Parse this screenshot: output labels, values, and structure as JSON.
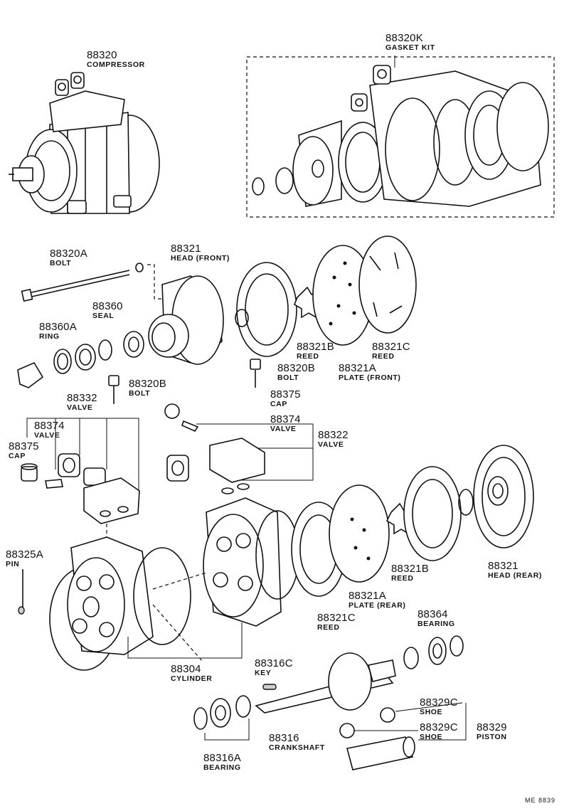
{
  "diagram": {
    "ref_code": "ME  8839",
    "parts": [
      {
        "id": "p0",
        "number": "88320",
        "name": "COMPRESSOR"
      },
      {
        "id": "p1",
        "number": "88320K",
        "name": "GASKET KIT"
      },
      {
        "id": "p2",
        "number": "88320A",
        "name": "BOLT"
      },
      {
        "id": "p3",
        "number": "88321",
        "name": "HEAD (FRONT)"
      },
      {
        "id": "p4",
        "number": "88360",
        "name": "SEAL"
      },
      {
        "id": "p5",
        "number": "88360A",
        "name": "RING"
      },
      {
        "id": "p6",
        "number": "88321B",
        "name": "REED"
      },
      {
        "id": "p7",
        "number": "88321C",
        "name": "REED"
      },
      {
        "id": "p8",
        "number": "88320B",
        "name": "BOLT"
      },
      {
        "id": "p9",
        "number": "88321A",
        "name": "PLATE (FRONT)"
      },
      {
        "id": "p10",
        "number": "88320B",
        "name": "BOLT"
      },
      {
        "id": "p11",
        "number": "88332",
        "name": "VALVE"
      },
      {
        "id": "p12",
        "number": "88375",
        "name": "CAP"
      },
      {
        "id": "p13",
        "number": "88374",
        "name": "VALVE"
      },
      {
        "id": "p14",
        "number": "88374",
        "name": "VALVE"
      },
      {
        "id": "p15",
        "number": "88375",
        "name": "CAP"
      },
      {
        "id": "p16",
        "number": "88322",
        "name": "VALVE"
      },
      {
        "id": "p17",
        "number": "88325A",
        "name": "PIN"
      },
      {
        "id": "p18",
        "number": "88321",
        "name": "HEAD (REAR)"
      },
      {
        "id": "p19",
        "number": "88321B",
        "name": "REED"
      },
      {
        "id": "p20",
        "number": "88321A",
        "name": "PLATE (REAR)"
      },
      {
        "id": "p21",
        "number": "88321C",
        "name": "REED"
      },
      {
        "id": "p22",
        "number": "88364",
        "name": "BEARING"
      },
      {
        "id": "p23",
        "number": "88304",
        "name": "CYLINDER"
      },
      {
        "id": "p24",
        "number": "88316C",
        "name": "KEY"
      },
      {
        "id": "p25",
        "number": "88329C",
        "name": "SHOE"
      },
      {
        "id": "p26",
        "number": "88329C",
        "name": "SHOE"
      },
      {
        "id": "p27",
        "number": "88329",
        "name": "PISTON"
      },
      {
        "id": "p28",
        "number": "88316",
        "name": "CRANKSHAFT"
      },
      {
        "id": "p29",
        "number": "88316A",
        "name": "BEARING"
      }
    ]
  }
}
